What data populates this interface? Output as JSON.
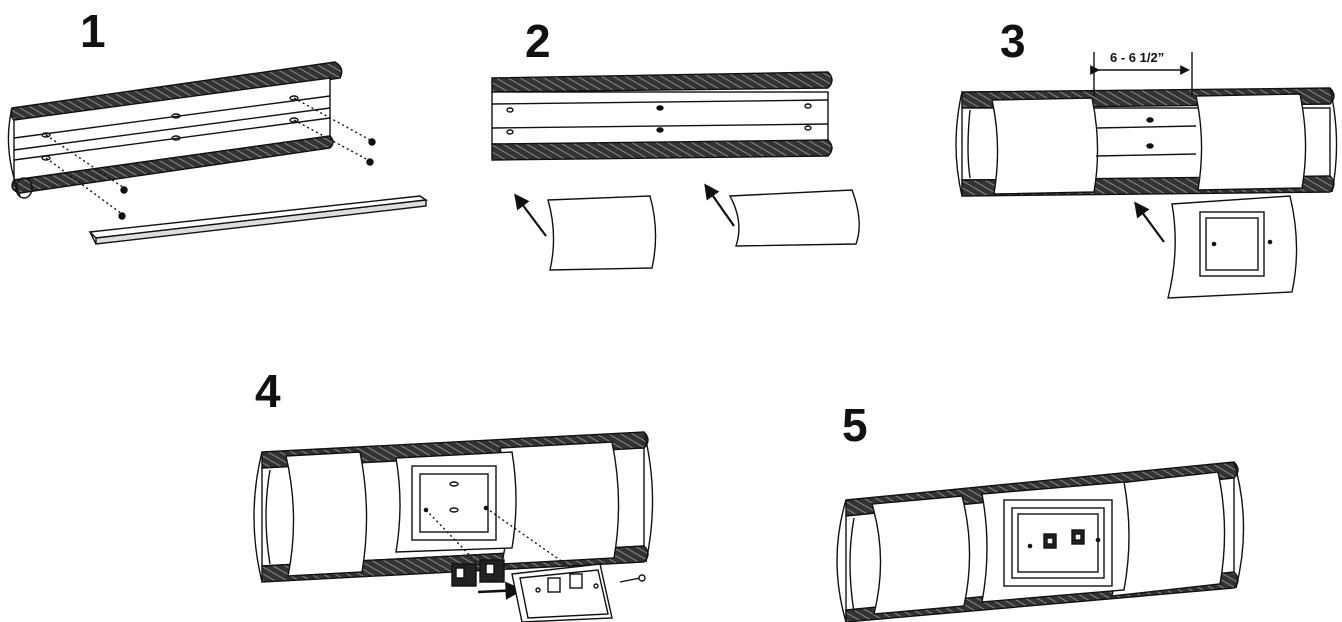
{
  "steps": [
    {
      "number": "1"
    },
    {
      "number": "2"
    },
    {
      "number": "3",
      "dimension_label": "6 - 6 1/2”"
    },
    {
      "number": "4"
    },
    {
      "number": "5"
    }
  ],
  "icons": [
    "raceway-channel",
    "screw-icon",
    "cover-plate",
    "arrow-icon",
    "wall-plate",
    "keystone-jack",
    "rj45-port"
  ]
}
